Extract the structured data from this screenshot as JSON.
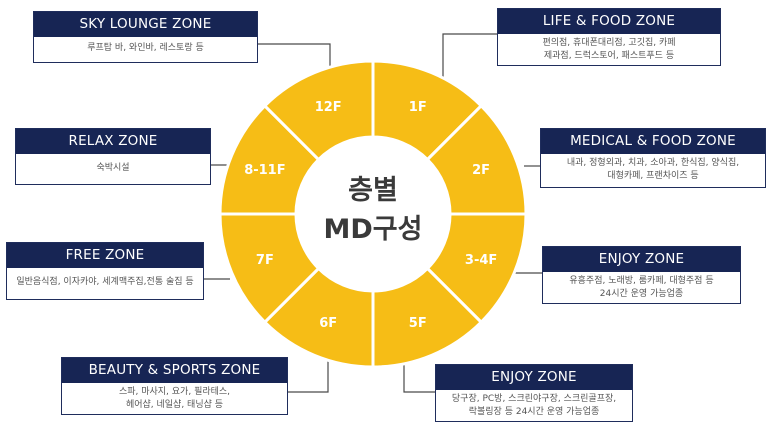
{
  "center": {
    "line1": "층별",
    "line2": "MD구성"
  },
  "colors": {
    "segment": "#F6BD16",
    "segment_stroke": "#ffffff",
    "header": "#172554",
    "line": "#4a4a4a"
  },
  "segments": [
    {
      "label": "1F"
    },
    {
      "label": "2F"
    },
    {
      "label": "3-4F"
    },
    {
      "label": "5F"
    },
    {
      "label": "6F"
    },
    {
      "label": "7F"
    },
    {
      "label": "8-11F"
    },
    {
      "label": "12F"
    }
  ],
  "zones": {
    "sky_lounge": {
      "title": "SKY LOUNGE ZONE",
      "desc": "루프탑 바, 와인바, 레스토랑 등"
    },
    "life_food": {
      "title": "LIFE & FOOD ZONE",
      "desc": "편의점, 휴대폰대리점, 고깃집, 카페\n제과점, 드럭스토어, 패스트푸드 등"
    },
    "relax": {
      "title": "RELAX ZONE",
      "desc": "숙박시설"
    },
    "medical_food": {
      "title": "MEDICAL & FOOD ZONE",
      "desc": "내과, 정형외과, 치과, 소아과, 한식집, 양식집,\n대형카페, 프랜차이즈 등"
    },
    "free": {
      "title": "FREE ZONE",
      "desc": "일반음식점, 이자카야, 세계맥주집,전통 술집 등"
    },
    "enjoy_34": {
      "title": "ENJOY ZONE",
      "desc": "유흥주점, 노래방, 룸카페, 대형주점 등\n24시간 운영 가능업종"
    },
    "beauty_sports": {
      "title": "BEAUTY & SPORTS ZONE",
      "desc": "스파, 마사지, 요가, 필라테스,\n헤어샵, 네일샵, 태닝샵 등"
    },
    "enjoy_5": {
      "title": "ENJOY ZONE",
      "desc": "당구장, PC방, 스크린야구장, 스크린골프장,\n락볼링장 등 24시간 운영 가능업종"
    }
  }
}
